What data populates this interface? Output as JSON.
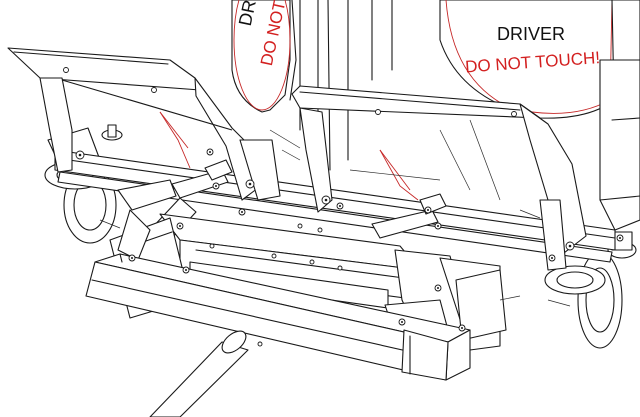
{
  "labels": {
    "right_line1": "DRIVER",
    "right_line2": "DO NOT TOUCH!",
    "left_line1": "DRIVER",
    "left_line2": "DO NOT TOUCH!"
  },
  "colors": {
    "ink": "#1a1a1a",
    "warning_red": "#d32020",
    "background": "#ffffff"
  }
}
